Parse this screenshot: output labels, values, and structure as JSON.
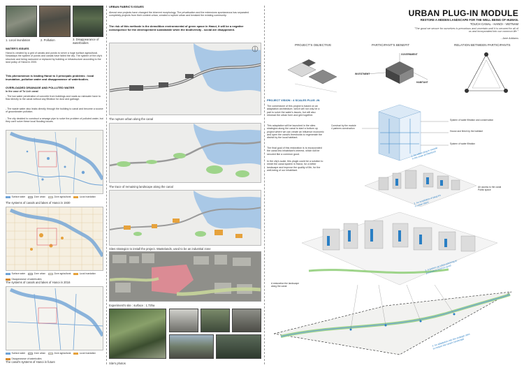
{
  "left": {
    "photos": [
      {
        "caption": "1. Local inundation"
      },
      {
        "caption": "2. Pollution"
      },
      {
        "caption": "3. Disappearance of\nwaterbodies"
      }
    ],
    "water_issues_title": "WATER'S ISSUES",
    "water_issues_text": "Hanoi is created by a grid of canals and ponds to serve a huge surface agricultural. Nowadays the system of ponds and canals have failed the city. The system of the city's structure and being narrowed or replaced by building or infrastructure according to the land policy of Hanoi in 2000.",
    "phenomenon_text": "This phenomenon is leading Hanoi to 3 principals problems : local inundation, pollution water and disappearance of waterbodies.",
    "overload_title": "OVERLOADED DRAINAGE AND POLLUTED WATER",
    "overload_sub": "In the case of To Lich canal",
    "overload_points": [
      "- The low water penetration of concrete from buildings and roads so rainwater have to flow directly to the canal without any filtration for dust and garbage.",
      "- The waste water also leaks directly through the building to canal and become a source of groundwater pollution.",
      "- The city decided to construct a sewage pipe to solve the problem of polluted water, but they can't solve these local flooding issues."
    ],
    "maps": [
      {
        "caption": "The systems of canals and lakes of Hanoi in 1930",
        "legend": [
          "Surface water",
          "Zone urban",
          "Zone agricultural",
          "Local inundation"
        ]
      },
      {
        "caption": "The systems of canals and lakes of Hanoi in 2016",
        "legend": [
          "Surface water",
          "Zone urban",
          "Zone agricultural",
          "Local inundation",
          "Disappearance of waterbodies"
        ]
      },
      {
        "caption": "The canal's systems of Hanoi in future",
        "legend": [
          "Surface water",
          "Zone urban",
          "Zone agricultural",
          "Local inundation",
          "Disappearance of waterbodies"
        ]
      }
    ]
  },
  "middle": {
    "title": "URBAN FABRIC'S ISSUES",
    "intro": "Almost new projects have changed the inherent morphology. The privatisation and the extensions spontaneous has separated completely projects from their context urban, created a rupture urban and breaked the existing community.",
    "risk_text": "The risk of this methode is the demolition environmental of green space in Hanoi, it will be a negative consequence for the developement sustainable when the biodiversity - social are disappeared.",
    "maps": [
      {
        "caption": "The rupture urban along the canal"
      },
      {
        "caption": "The trace of remaining landscape along the canal"
      },
      {
        "caption": "Sites strategics to install the project. Wastelands, used to be an industrial zone"
      }
    ],
    "site_caption": "Experiment's site : surface : 1.73ha",
    "photos_caption": "Site's photos"
  },
  "right": {
    "title": "URBAN PLUG-IN MODULE",
    "subtitle": "RESTORE A HIDDEN LANDSCAPE FOR THE WELL BEING OF HUMAN.",
    "location": "TOUCH CANAL - HANOI - VIETNAM",
    "quote": "\"The good we secure for ourselves is precarious and uncertain until it is secured for all of us and incorporated into our common life \"",
    "quote_author": "- Jane Addams",
    "headers": [
      "PROJECT'S OBJECTIVE",
      "PARTICIPANT'S BENEFIT",
      "RELATION BETWEEN PARTICIPANTS"
    ],
    "participants": {
      "government": "GOVERNMENT",
      "investment": "INVESTMENT",
      "habitant": "HABITANT"
    },
    "vision_title": "PROJECT VISION : 4 SCALES PLUG -IN",
    "vision_paragraphs": [
      "The cornerstone of this project is based on an adaptation architecture, which will not only be a part to solve the water's issues, but will also reknead the urban form and grid together.",
      "This adaptation will be launched in the sites strategics along the canal to start a bottom up project where we can create an influence economic and open the canal's thresholds to regenerate the district by the local habitant.",
      "The final goal of this restoration is to incorporated the canal into inhabitant's interest, which will be secured like a common good.",
      "In the city's scale, this plugin could be a solution to reedit the canal system in Hanoi, for a better landscape and improve the quality of life, for the well-being of our inhabitant."
    ],
    "annotations": {
      "construct": "Construct by the module\n4 partners construction",
      "filtration": "System of water filtration and conservation",
      "habitant_house": "House and finish by the habitant",
      "water_filtration": "System of water filtration",
      "access": "Air access to the canal\nPublic space",
      "restoration": "A restoration the landscape\nalong the canal"
    },
    "scales": [
      "1. An urban plug-in module\nin the scale architectural",
      "2. An installation of plug-ins\nin urban fabric",
      "3. A bottom up urban planning to\npreserve a common good",
      "4. An adaptation into the strategic sites\nto restore the canal's landscape"
    ]
  },
  "colors": {
    "surface_water": "#6fa3d6",
    "zone_urban": "#e6e6e6",
    "zone_agricultural": "#f4ecd2",
    "inundation": "#e6a23c",
    "disappear": "#d88a2a",
    "green": "#9ed48a",
    "red": "#e05a6a",
    "blue": "#2a7fc4"
  }
}
